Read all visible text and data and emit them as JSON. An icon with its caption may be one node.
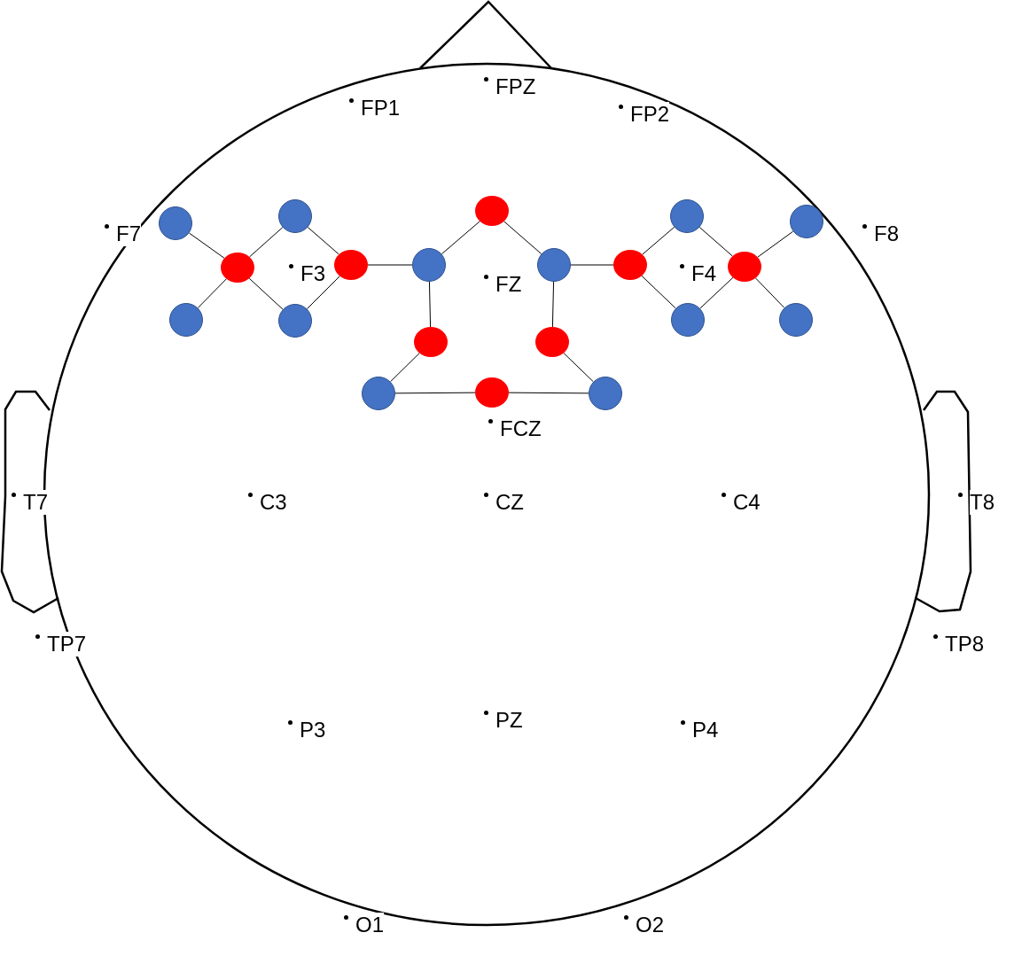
{
  "diagram": {
    "nodes": [
      {
        "text": [],
        "shape": "circle"
      },
      {
        "text": [],
        "shape": "circle"
      },
      {
        "text": [],
        "shape": "circle"
      },
      {
        "text": [],
        "shape": "circle"
      },
      {
        "text": [],
        "shape": "circle"
      },
      {
        "text": [],
        "shape": "circle"
      },
      {
        "text": [],
        "shape": "circle"
      },
      {
        "text": [],
        "shape": "circle"
      },
      {
        "text": [],
        "shape": "circle"
      },
      {
        "text": [],
        "shape": "circle"
      },
      {
        "text": [],
        "shape": "circle"
      },
      {
        "text": [],
        "shape": "circle"
      },
      {
        "text": [],
        "shape": "circle"
      },
      {
        "text": [],
        "shape": "circle"
      },
      {
        "text": [],
        "shape": "circle"
      },
      {
        "text": [],
        "shape": "circle"
      },
      {
        "text": [],
        "shape": "circle"
      },
      {
        "text": [],
        "shape": "circle"
      },
      {
        "text": [],
        "shape": "circle"
      },
      {
        "text": [],
        "shape": "circle"
      }
    ],
    "edges": [
      {
        "from": 0,
        "to": 5,
        "arrow": "none"
      },
      {
        "from": 11,
        "to": 5,
        "arrow": "none"
      },
      {
        "from": 5,
        "to": 1,
        "arrow": "none"
      },
      {
        "from": 5,
        "to": 12,
        "arrow": "none"
      },
      {
        "from": 1,
        "to": 6,
        "arrow": "none"
      },
      {
        "from": 12,
        "to": 6,
        "arrow": "none"
      },
      {
        "from": 6,
        "to": 7,
        "arrow": "none"
      },
      {
        "from": 7,
        "to": 2,
        "arrow": "none"
      },
      {
        "from": 2,
        "to": 8,
        "arrow": "none"
      },
      {
        "from": 7,
        "to": 15,
        "arrow": "none"
      },
      {
        "from": 8,
        "to": 16,
        "arrow": "none"
      },
      {
        "from": 15,
        "to": 17,
        "arrow": "none"
      },
      {
        "from": 16,
        "to": 19,
        "arrow": "none"
      },
      {
        "from": 17,
        "to": 18,
        "arrow": "none"
      },
      {
        "from": 18,
        "to": 19,
        "arrow": "none"
      },
      {
        "from": 8,
        "to": 9,
        "arrow": "none"
      },
      {
        "from": 9,
        "to": 3,
        "arrow": "none"
      },
      {
        "from": 9,
        "to": 13,
        "arrow": "none"
      },
      {
        "from": 3,
        "to": 10,
        "arrow": "none"
      },
      {
        "from": 13,
        "to": 10,
        "arrow": "none"
      },
      {
        "from": 10,
        "to": 4,
        "arrow": "none"
      },
      {
        "from": 10,
        "to": 14,
        "arrow": "none"
      }
    ],
    "labels": [
      "FPZ",
      "FP1",
      "FP2",
      "F7",
      "F8",
      "F3",
      "F4",
      "FZ",
      "FCZ",
      "T7",
      "C3",
      "CZ",
      "C4",
      "T8",
      "TP7",
      "TP8",
      "PZ",
      "P3",
      "P4",
      "O1",
      "O2"
    ]
  }
}
